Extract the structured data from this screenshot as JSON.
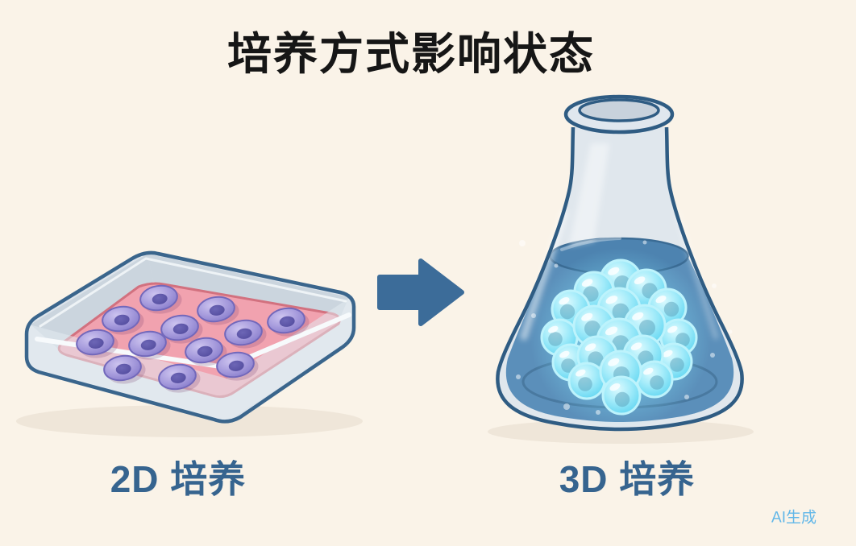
{
  "title": "培养方式影响状态",
  "watermark": "AI生成",
  "colors": {
    "background": "#faf3e8",
    "title_text": "#161616",
    "label_text": "#36648f",
    "arrow": "#3c6c99",
    "outline": "#2f5c83",
    "dish_glass": "#dde4eb",
    "dish_medium_pink": "#f1a2af",
    "dish_medium_edge": "#d2717f",
    "cell_2d_body": "#a79cdd",
    "cell_2d_nucleus": "#544d9f",
    "flask_glass": "#e0e7ed",
    "liquid_blue": "#5b8fba",
    "liquid_surface": "#4d83b0",
    "cell_3d_body": "#8ae4f7",
    "cell_3d_rim": "#bdf3fc",
    "watermark_text": "#62b7e8"
  },
  "left_panel": {
    "label": "2D 培养",
    "item": "flat culture dish with adherent cells in pink medium",
    "cell_count": 12,
    "cell_rx": 23,
    "cell_ry": 15,
    "cells": [
      [
        197,
        370
      ],
      [
        268,
        384
      ],
      [
        150,
        396
      ],
      [
        355,
        398
      ],
      [
        223,
        407
      ],
      [
        302,
        413
      ],
      [
        118,
        425
      ],
      [
        183,
        427
      ],
      [
        253,
        435
      ],
      [
        292,
        453
      ],
      [
        152,
        457
      ],
      [
        220,
        468
      ]
    ]
  },
  "arrow": {
    "direction": "right",
    "meaning": "2D 培养 → 3D 培养"
  },
  "right_panel": {
    "label": "3D 培养",
    "item": "Erlenmeyer flask with glowing cell spheroid in blue liquid",
    "spheroid_cell_count": 19,
    "spheroid_cells": [
      [
        770,
        348,
        25,
        2,
        4
      ],
      [
        737,
        362,
        24,
        -4,
        3
      ],
      [
        802,
        359,
        24,
        4,
        2
      ],
      [
        708,
        384,
        23,
        -4,
        3
      ],
      [
        828,
        382,
        23,
        5,
        2
      ],
      [
        768,
        384,
        26,
        2,
        3
      ],
      [
        694,
        419,
        22,
        -5,
        2
      ],
      [
        842,
        419,
        22,
        5,
        3
      ],
      [
        737,
        405,
        25,
        -2,
        3
      ],
      [
        800,
        404,
        25,
        3,
        3
      ],
      [
        708,
        450,
        22,
        -3,
        4
      ],
      [
        836,
        449,
        22,
        4,
        4
      ],
      [
        768,
        423,
        27,
        2,
        4
      ],
      [
        741,
        442,
        24,
        -2,
        4
      ],
      [
        798,
        441,
        24,
        3,
        4
      ],
      [
        728,
        473,
        22,
        -2,
        4
      ],
      [
        812,
        471,
        22,
        3,
        4
      ],
      [
        770,
        461,
        25,
        1,
        4
      ],
      [
        771,
        491,
        23,
        1,
        5
      ]
    ],
    "bubbles": [
      [
        648,
        302,
        4
      ],
      [
        886,
        355,
        3
      ],
      [
        662,
        392,
        3
      ],
      [
        703,
        505,
        4
      ],
      [
        852,
        493,
        3
      ],
      [
        884,
        441,
        3
      ],
      [
        742,
        512,
        3
      ],
      [
        800,
        301,
        2.5
      ],
      [
        643,
        468,
        3
      ],
      [
        906,
        412,
        2.5
      ],
      [
        690,
        330,
        2.5
      ],
      [
        860,
        320,
        2.5
      ]
    ]
  }
}
